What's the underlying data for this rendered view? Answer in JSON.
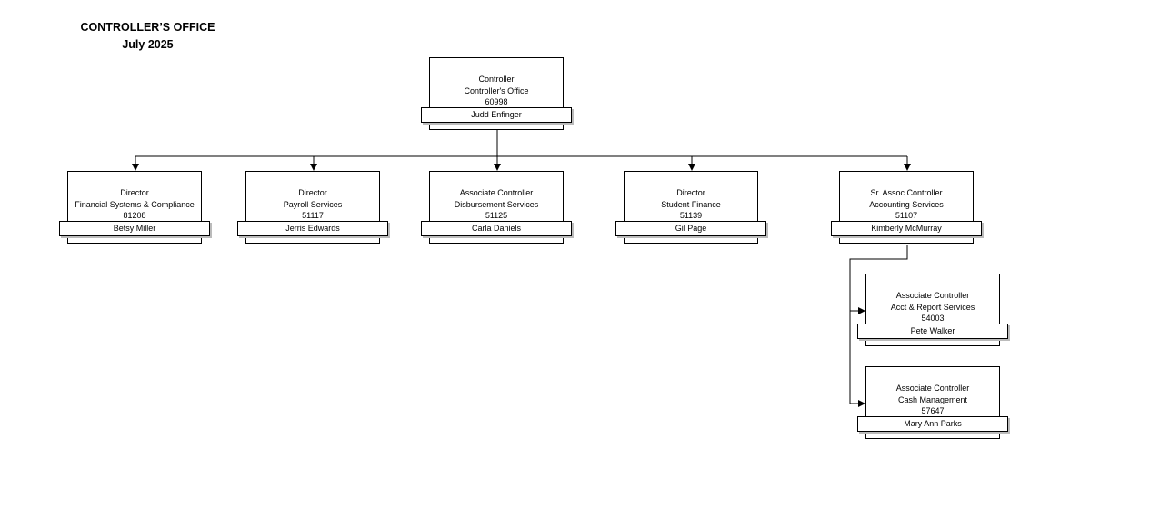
{
  "header": {
    "title": "CONTROLLER’S OFFICE",
    "date": "July 2025"
  },
  "nodes": [
    {
      "id": "controller",
      "title": "Controller",
      "unit": "Controller's Office",
      "number": "60998",
      "name": "Judd Enfinger"
    },
    {
      "id": "fin-systems",
      "title": "Director",
      "unit": "Financial Systems & Compliance",
      "number": "81208",
      "name": "Betsy Miller"
    },
    {
      "id": "payroll",
      "title": "Director",
      "unit": "Payroll Services",
      "number": "51117",
      "name": "Jerris Edwards"
    },
    {
      "id": "disbursement",
      "title": "Associate Controller",
      "unit": "Disbursement Services",
      "number": "51125",
      "name": "Carla Daniels"
    },
    {
      "id": "student-finance",
      "title": "Director",
      "unit": "Student Finance",
      "number": "51139",
      "name": "Gil Page"
    },
    {
      "id": "accounting",
      "title": "Sr. Assoc Controller",
      "unit": "Accounting Services",
      "number": "51107",
      "name": "Kimberly McMurray"
    },
    {
      "id": "acct-report",
      "title": "Associate Controller",
      "unit": "Acct & Report Services",
      "number": "54003",
      "name": "Pete Walker"
    },
    {
      "id": "cash-mgmt",
      "title": "Associate Controller",
      "unit": "Cash Management",
      "number": "57647",
      "name": "Mary Ann Parks"
    }
  ]
}
